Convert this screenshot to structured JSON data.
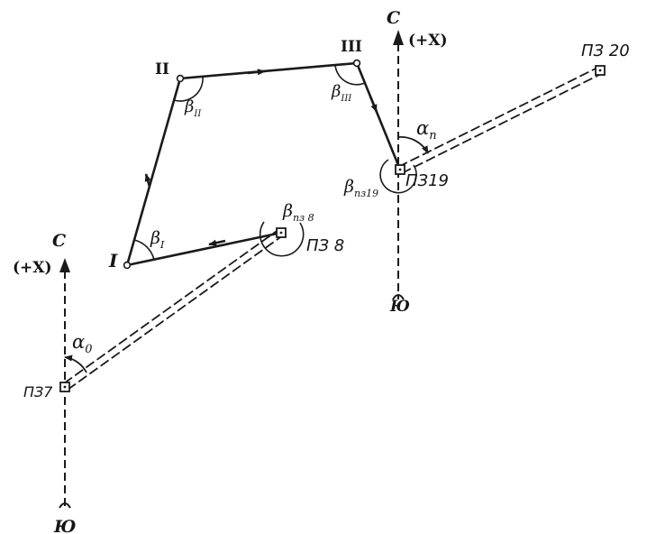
{
  "colors": {
    "ink": "#141414",
    "paper": "#ffffff"
  },
  "north_axes": [
    {
      "north": "С",
      "x_dir": "(+X)",
      "south": "Ю"
    },
    {
      "north": "С",
      "x_dir": "(+X)",
      "south": "Ю"
    }
  ],
  "stations": {
    "pz7": "ПЗ7",
    "pz8": "ПЗ 8",
    "pz19": "ПЗ19",
    "pz20": "ПЗ 20",
    "v1": "I",
    "v2": "II",
    "v3": "III"
  },
  "angles": {
    "alpha0": {
      "sym": "α",
      "sub": "0"
    },
    "alpha_n": {
      "sym": "α",
      "sub": "п"
    },
    "beta_pz8": {
      "sym": "β",
      "sub": "пз 8"
    },
    "beta_pz19": {
      "sym": "β",
      "sub": "пз19"
    },
    "beta_1": {
      "sym": "β",
      "sub": "I"
    },
    "beta_2": {
      "sym": "β",
      "sub": "II"
    },
    "beta_3": {
      "sym": "β",
      "sub": "III"
    }
  }
}
